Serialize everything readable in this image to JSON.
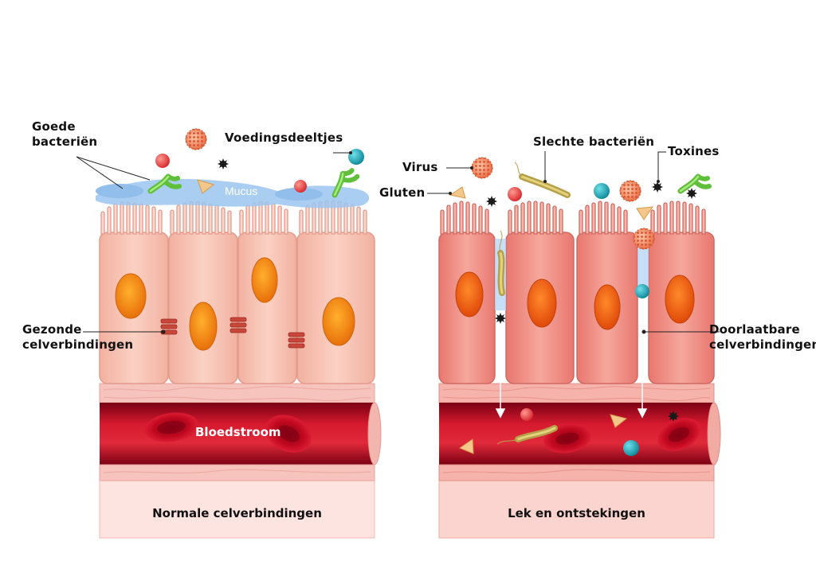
{
  "labels": {
    "good_bacteria_line1": "Goede",
    "good_bacteria_line2": "bacteriën",
    "food_particles": "Voedingsdeeltjes",
    "mucus": "Mucus",
    "healthy_junctions_line1": "Gezonde",
    "healthy_junctions_line2": "celverbindingen",
    "bloodstream": "Bloedstroom",
    "virus": "Virus",
    "gluten": "Gluten",
    "bad_bacteria": "Slechte bacteriën",
    "toxins": "Toxines",
    "permeable_junctions_line1": "Doorlaatbare",
    "permeable_junctions_line2": "celverbindingen"
  },
  "captions": {
    "left": "Normale celverbindingen",
    "right": "Lek en ontstekingen"
  },
  "colors": {
    "healthy_cell": "#f8c4b4",
    "inflamed_cell": "#ef8f86",
    "nucleus": "#f48a10",
    "vessel": "#c8102e",
    "red_blood_cell": "#b3001b",
    "mucus": "#a9cdf2",
    "good_bacteria": "#7ed957",
    "bad_bacteria": "#c9b25a",
    "food_particle_red": "#e8453c",
    "food_particle_blue": "#1aa7b8",
    "virus": "#f08a5d",
    "gluten": "#f4c78a"
  }
}
